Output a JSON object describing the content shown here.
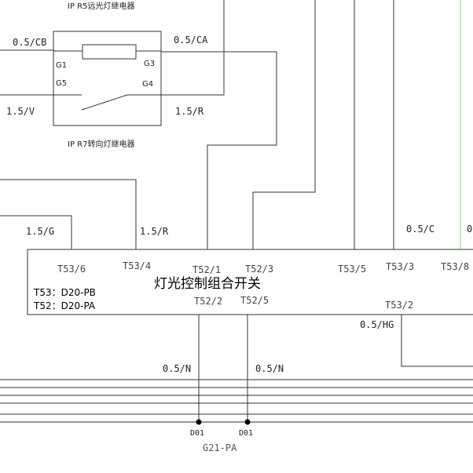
{
  "relay_r5": {
    "title": "IP R5远光灯继电器",
    "pins": {
      "g1": "G1",
      "g3": "G3",
      "g5": "G5",
      "g4": "G4"
    }
  },
  "relay_r7": {
    "title": "IP R7转向灯继电器"
  },
  "wires": {
    "w_05cb": "0.5/CB",
    "w_05ca": "0.5/CA",
    "w_15v": "1.5/V",
    "w_15r_a": "1.5/R",
    "w_15g": "1.5/G",
    "w_15r_b": "1.5/R",
    "w_05c": "0.5/C",
    "w_0_cut": "0",
    "w_05hg": "0.5/HG",
    "w_05n_a": "0.5/N",
    "w_05n_b": "0.5/N"
  },
  "switch_module": {
    "title": "灯光控制组合开关",
    "connector_t53": "T53：D20-PB",
    "connector_t52": "T52：D20-PA",
    "pins": {
      "t53_6": "T53/6",
      "t53_4": "T53/4",
      "t52_1": "T52/1",
      "t52_3": "T52/3",
      "t53_5": "T53/5",
      "t53_3": "T53/3",
      "t53_8": "T53/8",
      "t52_2": "T52/2",
      "t52_5": "T52/5",
      "t53_2": "T53/2"
    }
  },
  "ground": {
    "d01_a": "D01",
    "d01_b": "D01",
    "point": "G21-PA"
  },
  "colors": {
    "line": "#333333",
    "green_wire": "#8ed08e",
    "background": "#ffffff"
  }
}
